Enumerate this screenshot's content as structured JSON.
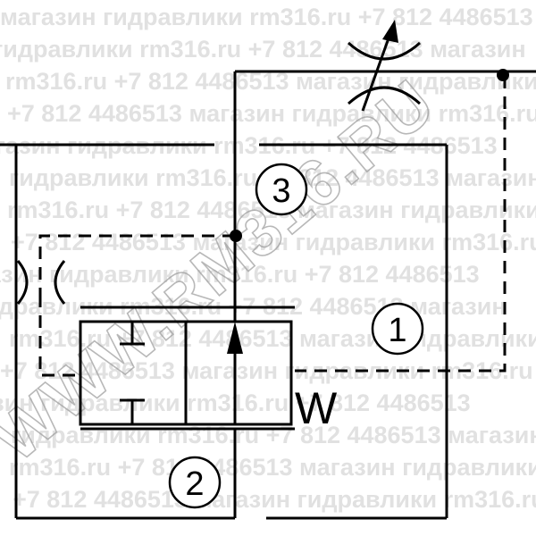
{
  "watermark": {
    "lines": [
      "магазин гидравлики rm316.ru +7 812 4486513",
      "гидравлики rm316.ru +7 812 4486513 магазин",
      "rm316.ru +7 812 4486513 магазин гидравлики",
      "+7 812 4486513 магазин гидравлики rm316.ru",
      "магазин гидравлики rm316.ru +7 812 4486513",
      "гидравлики rm316.ru +7 812 4486513 магазин",
      "rm316.ru +7 812 4486513 магазин гидравлики",
      "+7 812 4486513 магазин гидравлики rm316.ru",
      "магазин гидравлики rm316.ru +7 812 4486513",
      "гидравлики rm316.ru +7 812 4486513 магазин",
      "rm316.ru +7 812 4486513 магазин гидравлики",
      "+7 812 4486513 магазин гидравлики rm316.ru",
      "магазин гидравлики rm316.ru +7 812 4486513",
      "гидравлики rm316.ru +7 812 4486513 магазин",
      "rm316.ru +7 812 4486513 магазин гидравлики",
      "+7 812 4486513 магазин гидравлики rm316.ru"
    ],
    "diagonal": "WWW.RM316.RU"
  },
  "ports": {
    "port1": "1",
    "port2": "2",
    "port3": "3"
  },
  "spring_label": "W"
}
